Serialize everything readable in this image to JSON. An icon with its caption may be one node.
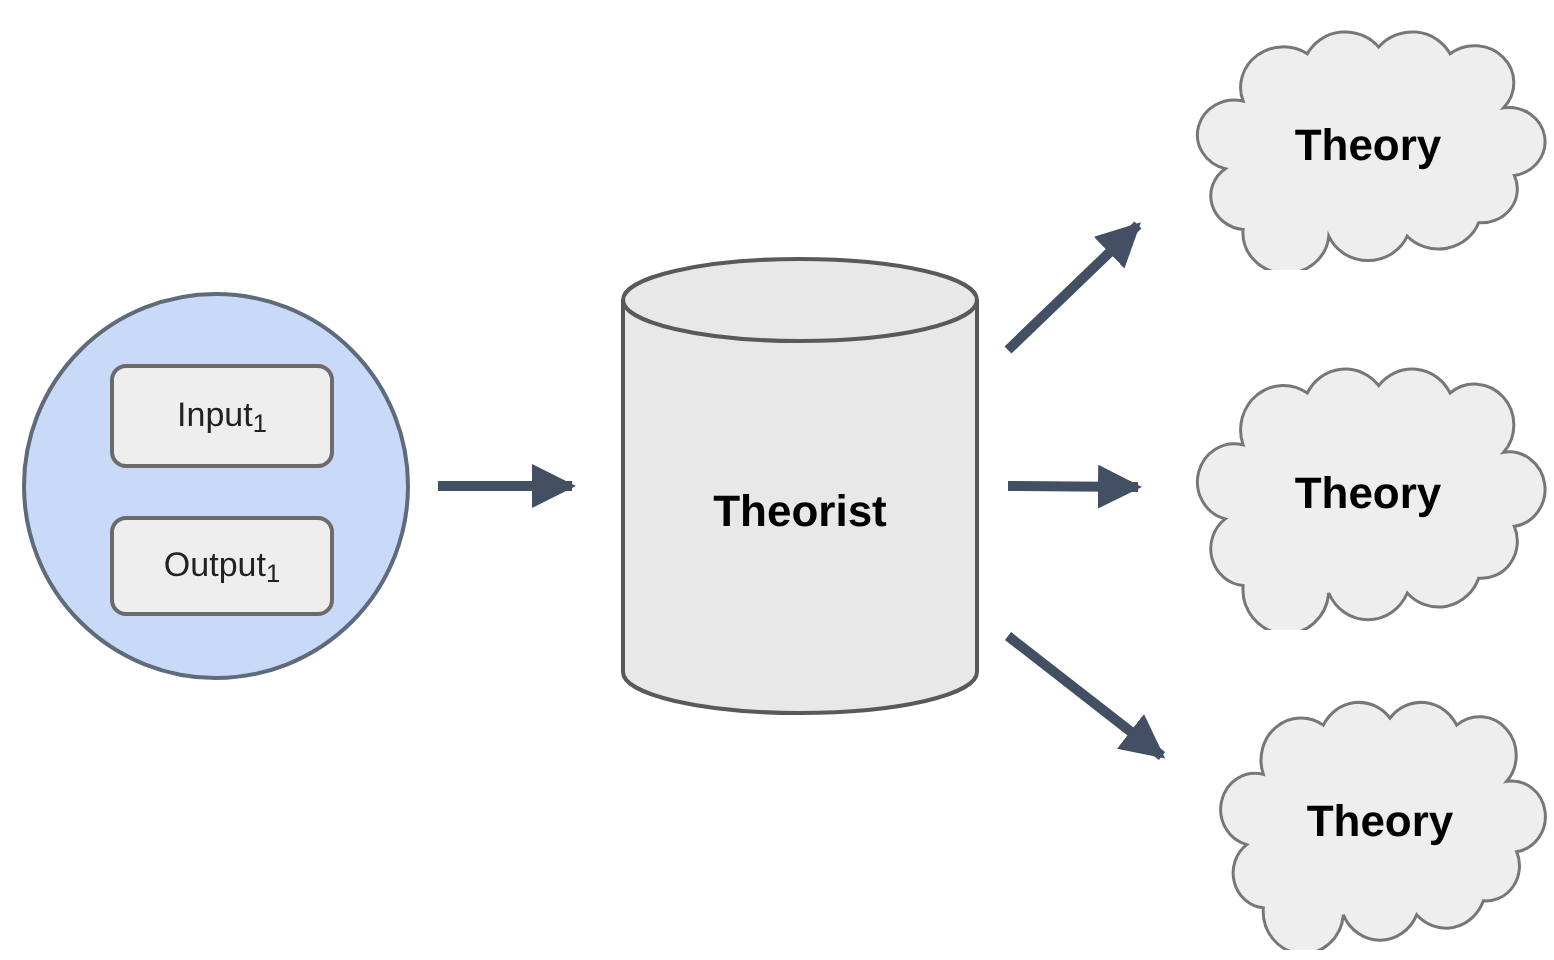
{
  "diagram": {
    "nodes": [
      {
        "text": [],
        "shape": "circle"
      },
      {
        "text": [
          "Input$_{1}$"
        ],
        "in": 0
      },
      {
        "text": [
          "Output$_{1}$"
        ],
        "in": 0
      },
      {
        "text": [
          "Theorist"
        ]
      },
      {
        "text": [
          "Theory"
        ]
      },
      {
        "text": [
          "Theory"
        ]
      },
      {
        "text": [
          "Theory"
        ]
      }
    ],
    "edges": [
      {
        "from": 0,
        "to": 3,
        "arrow": "to"
      },
      {
        "from": 3,
        "to": 4,
        "arrow": "to"
      },
      {
        "from": 3,
        "to": 5,
        "arrow": "to"
      },
      {
        "from": 3,
        "to": 6,
        "arrow": "to"
      }
    ]
  }
}
